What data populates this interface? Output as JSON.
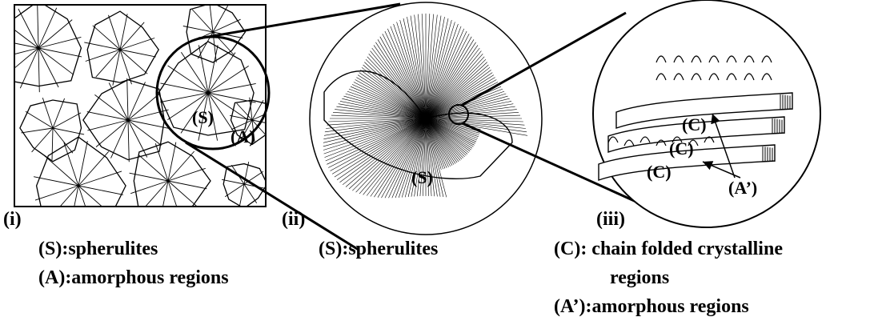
{
  "panel_i": {
    "tag": "(i)",
    "center_label": "(S)",
    "edge_label": "(A)",
    "legend_s": "(S):spherulites",
    "legend_a": "(A):amorphous regions"
  },
  "panel_ii": {
    "tag": "(ii)",
    "center_label": "(S)",
    "legend_s": "(S):spherulites"
  },
  "panel_iii": {
    "tag": "(iii)",
    "label_c1": "(C)",
    "label_c2": "(C)",
    "label_c3": "(C)",
    "label_a": "(A’)",
    "legend_c_line1": "(C): chain folded crystalline",
    "legend_c_line2": "regions",
    "legend_a": "(A’):amorphous regions"
  },
  "colors": {
    "ink": "#000000",
    "background": "#ffffff"
  }
}
